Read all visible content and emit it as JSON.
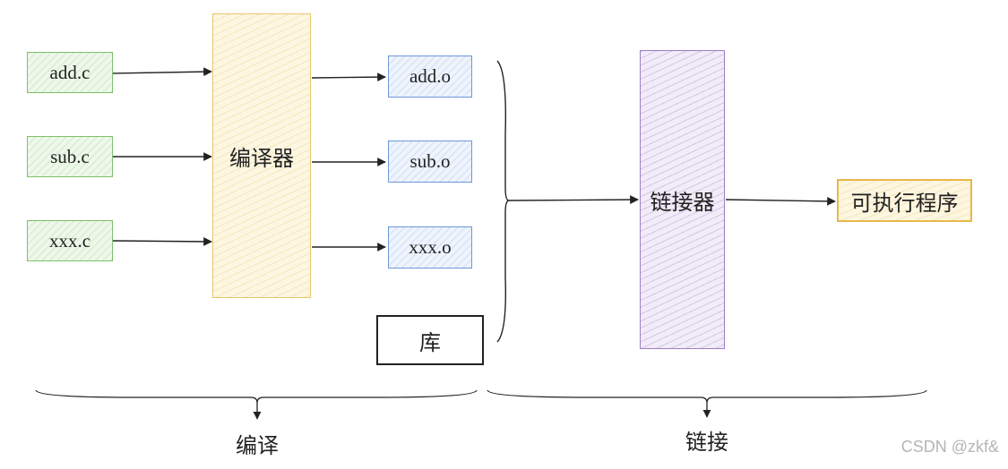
{
  "sources": [
    "add.c",
    "sub.c",
    "xxx.c"
  ],
  "compiler_label": "编译器",
  "objects": [
    "add.o",
    "sub.o",
    "xxx.o"
  ],
  "library_label": "库",
  "linker_label": "链接器",
  "executable_label": "可执行程序",
  "phases": {
    "compile": "编译",
    "link": "链接"
  },
  "watermark": "CSDN @zkf&",
  "colors": {
    "source": "#7fbf6a",
    "compiler": "#e8c76a",
    "object": "#6f97d8",
    "linker": "#9b7fc4",
    "executable": "#e8b84a"
  }
}
